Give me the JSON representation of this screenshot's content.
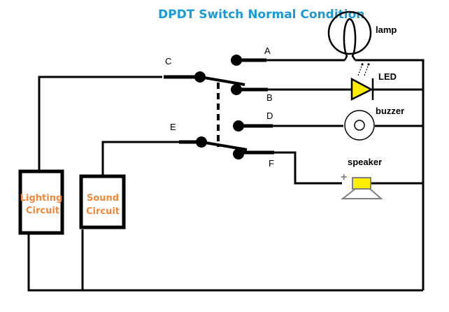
{
  "title": "DPDT Switch Normal Condition",
  "colors": {
    "title": "#1a9ad6",
    "wire": "#000000",
    "box_text": "#f0893a",
    "led_fill": "#ffee00",
    "speaker_fill": "#ffee00",
    "speaker_outline": "#808080"
  },
  "terminals": {
    "A": "A",
    "B": "B",
    "C": "C",
    "D": "D",
    "E": "E",
    "F": "F"
  },
  "components": {
    "lamp": "lamp",
    "led": "LED",
    "buzzer": "buzzer",
    "speaker": "speaker",
    "speaker_polarity": "+"
  },
  "circuits": {
    "lighting": [
      "Lighting",
      "Circuit"
    ],
    "sound": [
      "Sound",
      "Circuit"
    ]
  }
}
